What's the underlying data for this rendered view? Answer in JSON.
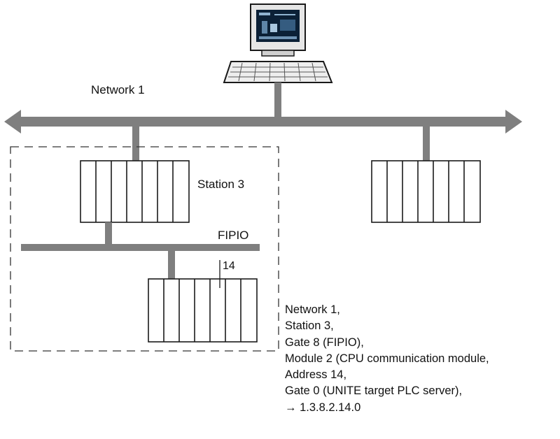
{
  "network_label": "Network 1",
  "station_label": "Station 3",
  "bus_label": "FIPIO",
  "address_label": "14",
  "address_lines": [
    "Network 1,",
    "Station 3,",
    "Gate 8 (FIPIO),",
    "Module 2 (CPU communication module,",
    "Address 14,",
    "Gate 0 (UNITE target PLC server),",
    "→ 1.3.8.2.14.0"
  ],
  "colors": {
    "network_line": "#7f7f7f",
    "outline": "#1a1a1a",
    "monitor_screen": "#0b2036"
  }
}
